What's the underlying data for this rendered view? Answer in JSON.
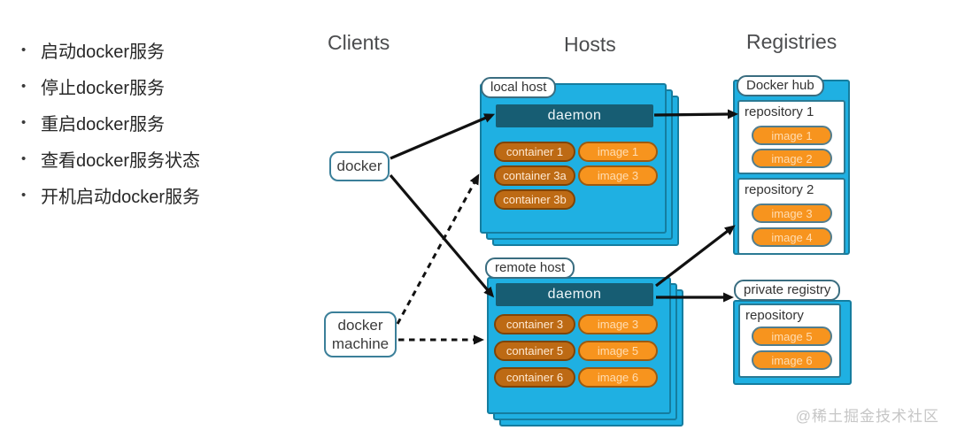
{
  "meta": {
    "watermark": "@稀土掘金技术社区"
  },
  "bullets": [
    "启动docker服务",
    "停止docker服务",
    "重启docker服务",
    "查看docker服务状态",
    "开机启动docker服务"
  ],
  "headers": {
    "clients": "Clients",
    "hosts": "Hosts",
    "registries": "Registries"
  },
  "clients": {
    "docker_label": "docker",
    "docker_machine_label": "docker machine"
  },
  "hosts": {
    "local": {
      "label": "local host",
      "daemon_label": "daemon",
      "containers": [
        "container 1",
        "container 3a",
        "container 3b"
      ],
      "images": [
        "image 1",
        "image 3"
      ]
    },
    "remote": {
      "label": "remote host",
      "daemon_label": "daemon",
      "containers": [
        "container 3",
        "container 5",
        "container 6"
      ],
      "images": [
        "image 3",
        "image 5",
        "image 6"
      ]
    }
  },
  "registries": {
    "docker_hub": {
      "label": "Docker hub",
      "repo1": {
        "name": "repository 1",
        "images": [
          "image 1",
          "image 2"
        ]
      },
      "repo2": {
        "name": "repository 2",
        "images": [
          "image 3",
          "image 4"
        ]
      }
    },
    "private_registry": {
      "label": "private registry",
      "repo": {
        "name": "repository",
        "images": [
          "image 5",
          "image 6"
        ]
      }
    }
  },
  "colors": {
    "cyan": "#1fb0e2",
    "daemon_teal": "#175d73",
    "container_orange": "#bd6a14",
    "image_orange": "#f7941e",
    "arrow": "#111111"
  }
}
